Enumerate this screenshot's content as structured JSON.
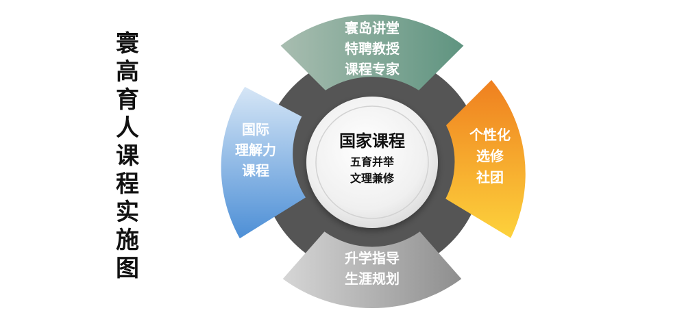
{
  "title_chars": [
    "寰",
    "高",
    "育",
    "人",
    "课",
    "程",
    "实",
    "施",
    "图"
  ],
  "center": {
    "title": "国家课程",
    "lines": [
      "五育并举",
      "文理兼修"
    ]
  },
  "segments": {
    "top": {
      "lines": [
        "寰岛讲堂",
        "特聘教授",
        "课程专家"
      ],
      "color_start": "#a8bdb0",
      "color_end": "#5f9480"
    },
    "right": {
      "lines": [
        "个性化",
        "选修",
        "社团"
      ],
      "color_start": "#ef7f1f",
      "color_end": "#fdd23c"
    },
    "bottom": {
      "lines": [
        "升学指导",
        "生涯规划"
      ],
      "color_start": "#d6d6d6",
      "color_end": "#8e8e8e"
    },
    "left": {
      "lines": [
        "国际",
        "理解力",
        "课程"
      ],
      "color_start": "#d6e6f6",
      "color_end": "#4d8fd6"
    }
  },
  "colors": {
    "ring": "#555555",
    "center_fill": "#f2f2f2"
  }
}
